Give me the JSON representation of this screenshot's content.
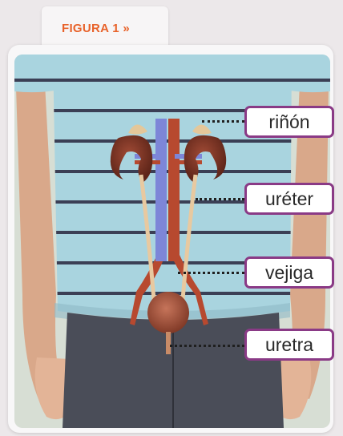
{
  "figure": {
    "title": "FIGURA 1 »"
  },
  "labels": {
    "kidney": "riñón",
    "ureter": "uréter",
    "bladder": "vejiga",
    "urethra": "uretra"
  },
  "colors": {
    "title_orange": "#e8622a",
    "label_border_purple": "#8a3a86",
    "shirt_light_blue": "#a9d4df",
    "shirt_stripe": "#3b3f55",
    "jeans": "#4a4d58",
    "kidney": "#7a3224",
    "vein_blue": "#7d86d8"
  },
  "icons": {
    "photo": "child-urinary-system-photo"
  }
}
